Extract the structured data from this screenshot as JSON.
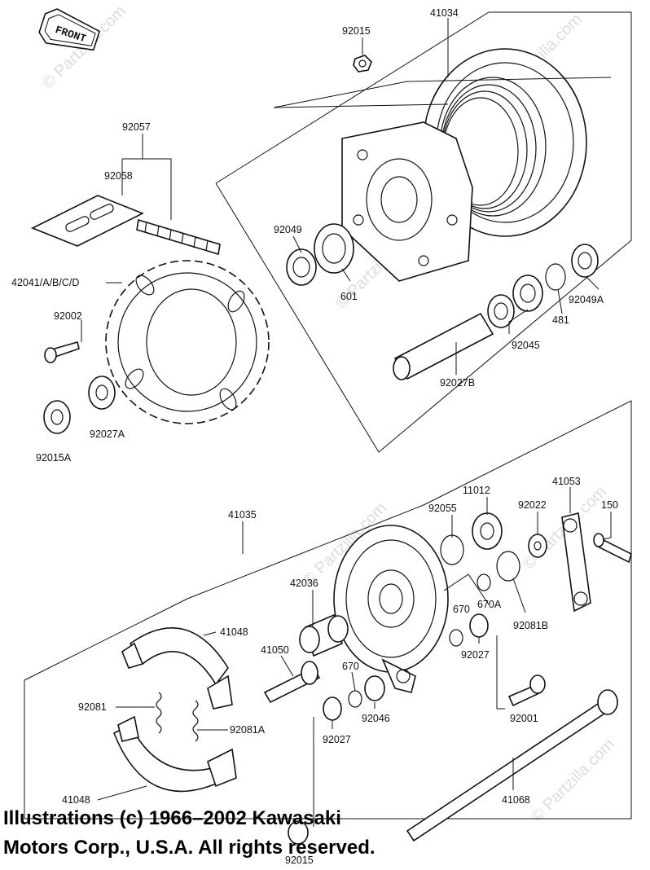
{
  "front_arrow": "FRONT",
  "watermark": "© Partzilla.com",
  "copyright": {
    "line1": "Illustrations (c) 1966–2002 Kawasaki",
    "line2": "Motors Corp., U.S.A.  All rights reserved."
  },
  "labels": {
    "p41034": "41034",
    "p92015": "92015",
    "p92057": "92057",
    "p92058": "92058",
    "p42041": "42041/A/B/C/D",
    "p92002": "92002",
    "p92027a": "92027A",
    "p92015a": "92015A",
    "p92049": "92049",
    "p601": "601",
    "p92049a": "92049A",
    "p481": "481",
    "p92045": "92045",
    "p92027b": "92027B",
    "p41035": "41035",
    "p11012": "11012",
    "p41053": "41053",
    "p92055": "92055",
    "p92022": "92022",
    "p150": "150",
    "p42036": "42036",
    "p670a": "670A",
    "p670": "670",
    "p92081b": "92081B",
    "p41048_top": "41048",
    "p41050": "41050",
    "p92027_mid": "92027",
    "p670_low": "670",
    "p92001": "92001",
    "p92081": "92081",
    "p92081a": "92081A",
    "p92046": "92046",
    "p92027_low": "92027",
    "p41048_bottom": "41048",
    "p41068": "41068",
    "p92015_bottom": "92015"
  }
}
